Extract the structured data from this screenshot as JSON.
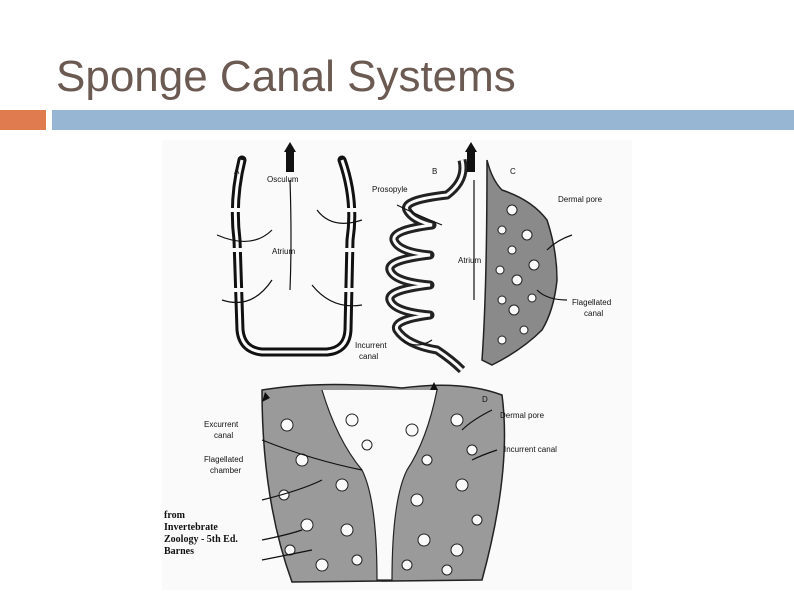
{
  "slide": {
    "title": "Sponge Canal Systems",
    "accent_colors": {
      "orange": "#e07b4f",
      "blue": "#97b6d4",
      "title": "#6b5a52"
    }
  },
  "figure": {
    "panels": {
      "a": "A",
      "b": "B",
      "c": "C",
      "d": "D"
    },
    "labels": {
      "osculum": "Osculum",
      "atrium_a": "Atrium",
      "prosopyle": "Prosopyle",
      "atrium_b": "Atrium",
      "dermal_pore_c": "Dermal pore",
      "flagellated_canal_1": "Flagellated",
      "flagellated_canal_2": "canal",
      "incurrent_canal_1": "Incurrent",
      "incurrent_canal_2": "canal",
      "excurrent_canal_1": "Excurrent",
      "excurrent_canal_2": "canal",
      "flagellated_chamber_1": "Flagellated",
      "flagellated_chamber_2": "chamber",
      "dermal_pore_d": "Dermal pore",
      "incurrent_canal_d": "Incurrent canal"
    },
    "source": {
      "line1": "from",
      "line2": "Invertebrate",
      "line3": "Zoology - 5th Ed.",
      "line4": "Barnes"
    }
  }
}
